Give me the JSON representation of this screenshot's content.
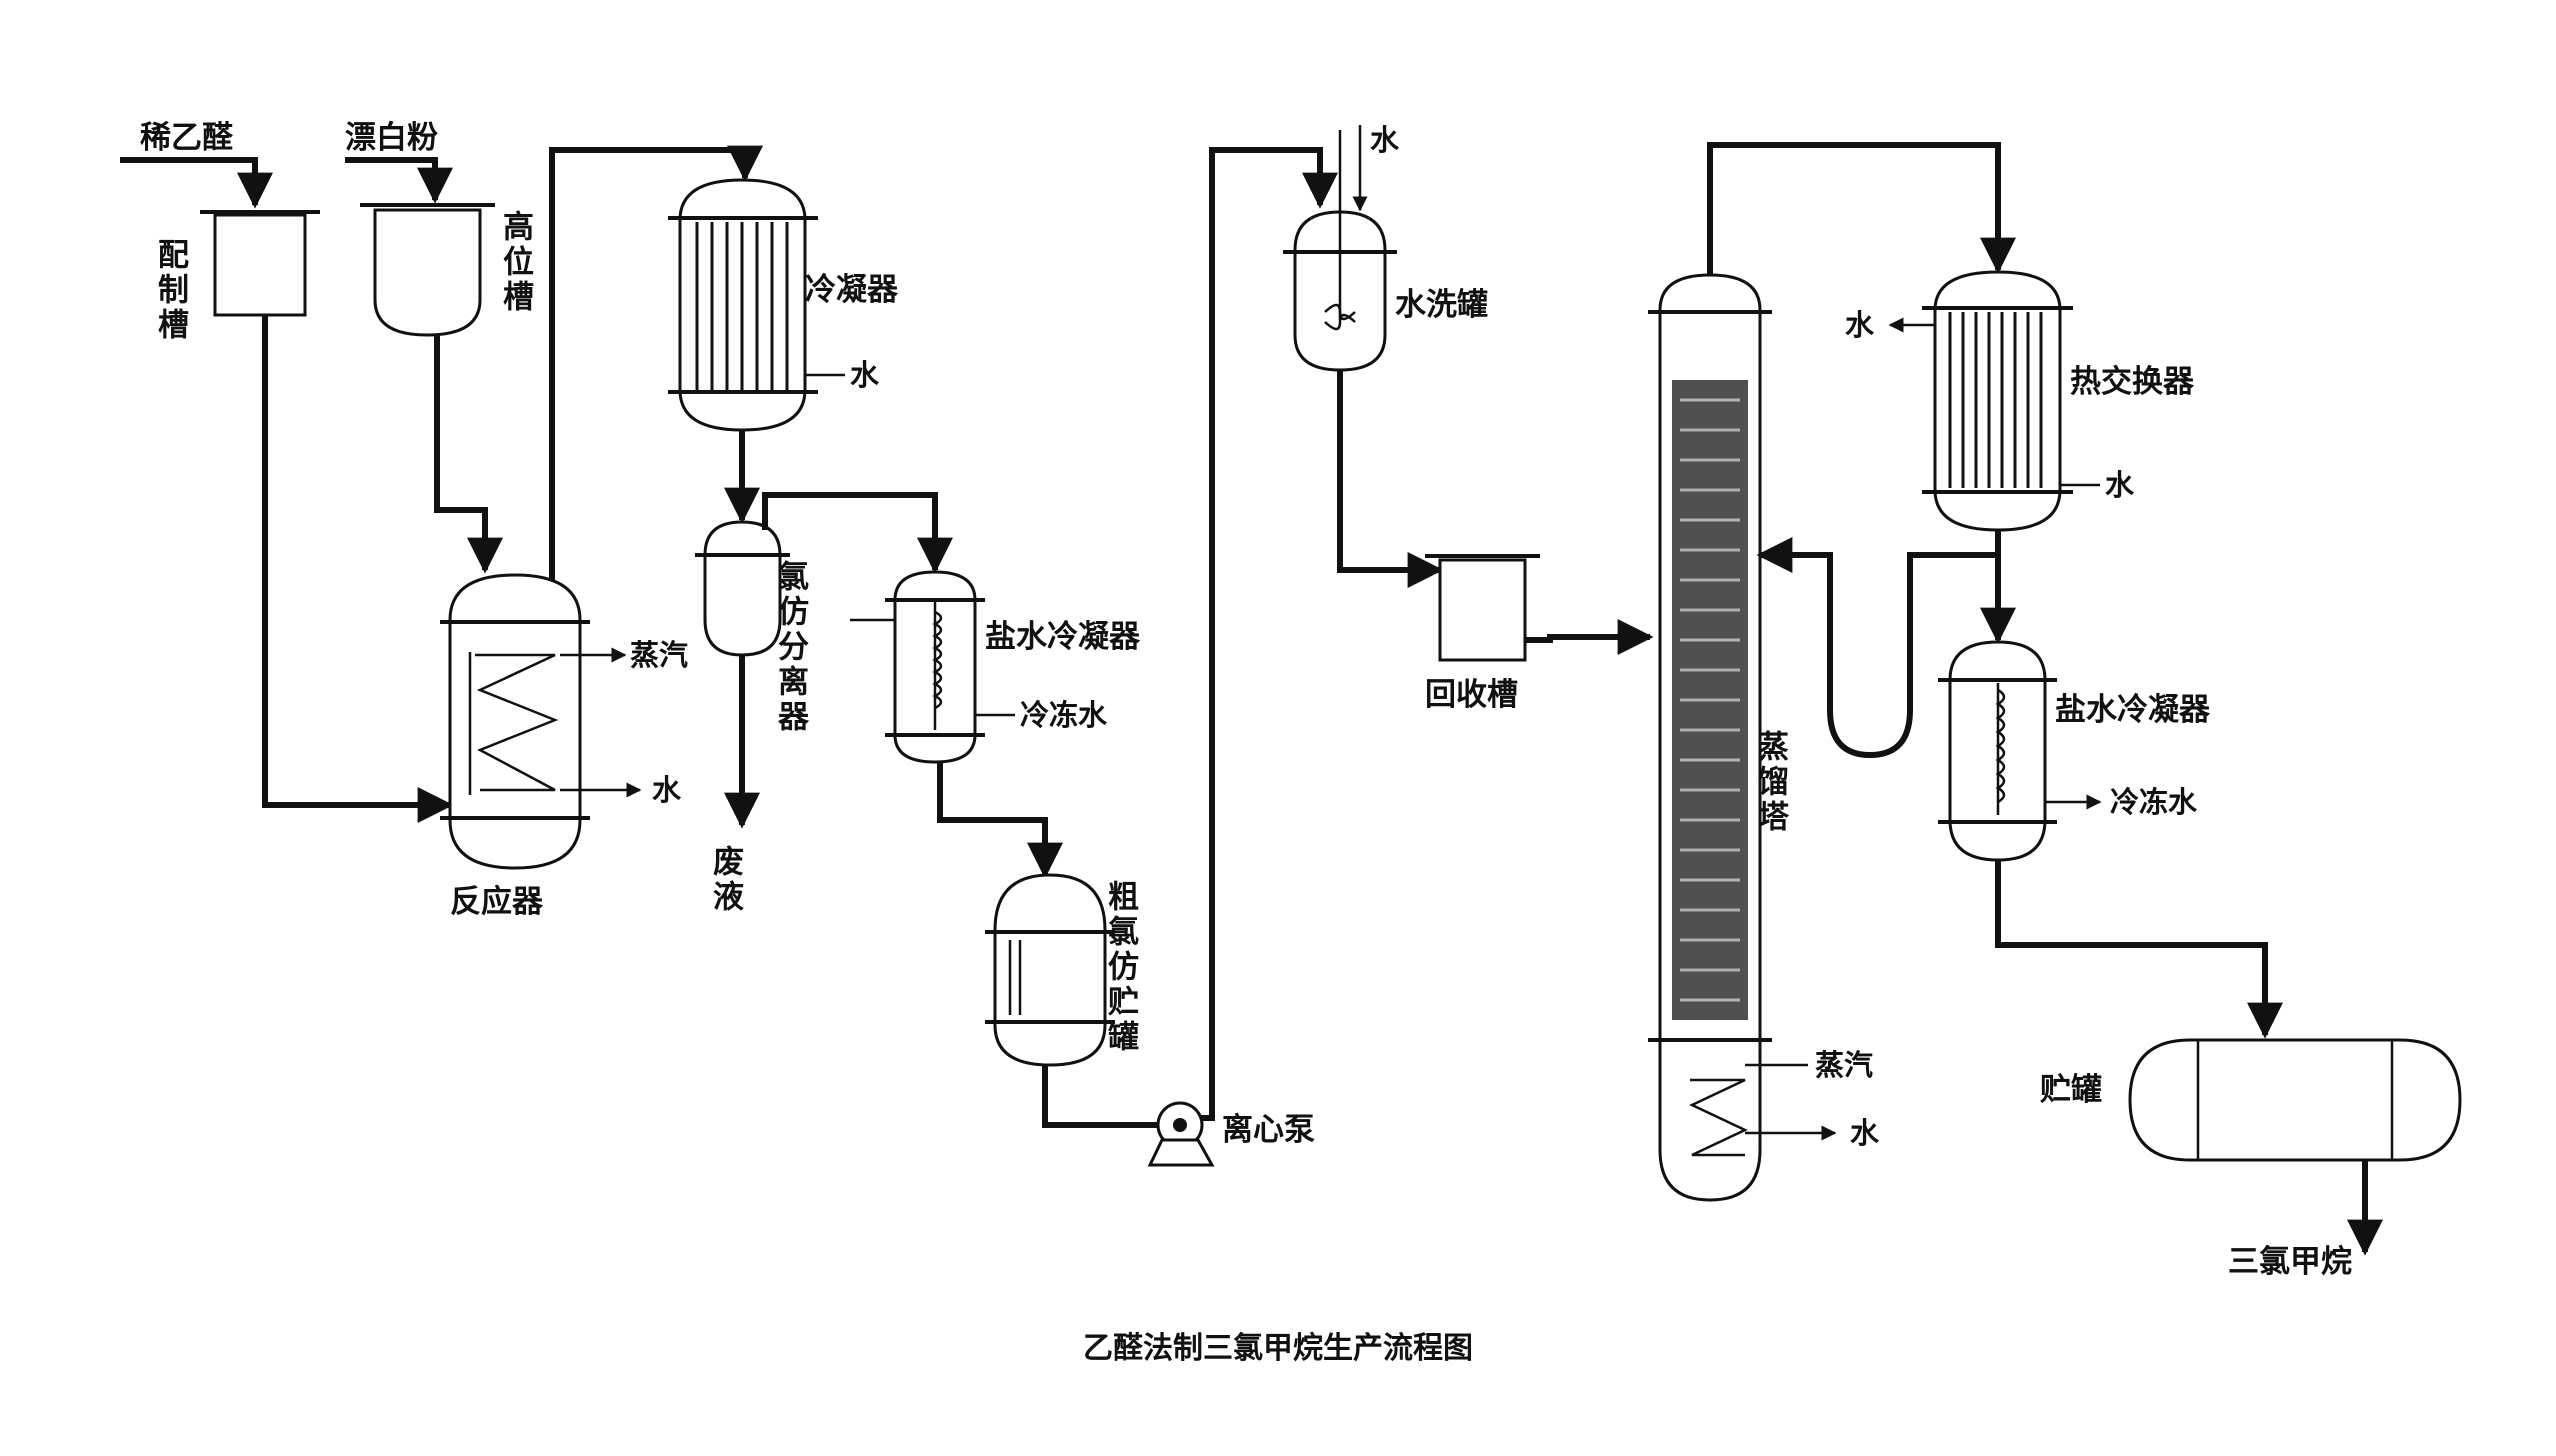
{
  "diagram": {
    "caption": "乙醛法制三氯甲烷生产流程图",
    "inputs": {
      "dilute_acetaldehyde": "稀乙醛",
      "bleaching_powder": "漂白粉"
    },
    "equipment": {
      "mixing_tank": "配制槽",
      "head_tank": "高位槽",
      "reactor": "反应器",
      "condenser": "冷凝器",
      "chloroform_separator": "氯仿分离器",
      "brine_condenser_1": "盐水冷凝器",
      "crude_chloroform_tank": "粗氯仿贮罐",
      "centrifugal_pump": "离心泵",
      "water_wash_tank": "水洗罐",
      "recovery_tank": "回收槽",
      "distillation_column": "蒸馏塔",
      "heat_exchanger": "热交换器",
      "brine_condenser_2": "盐水冷凝器",
      "storage_tank": "贮罐"
    },
    "streams": {
      "steam": "蒸汽",
      "water": "水",
      "chilled_water": "冷冻水",
      "waste_liquid": "废液",
      "product": "三氯甲烷"
    }
  }
}
